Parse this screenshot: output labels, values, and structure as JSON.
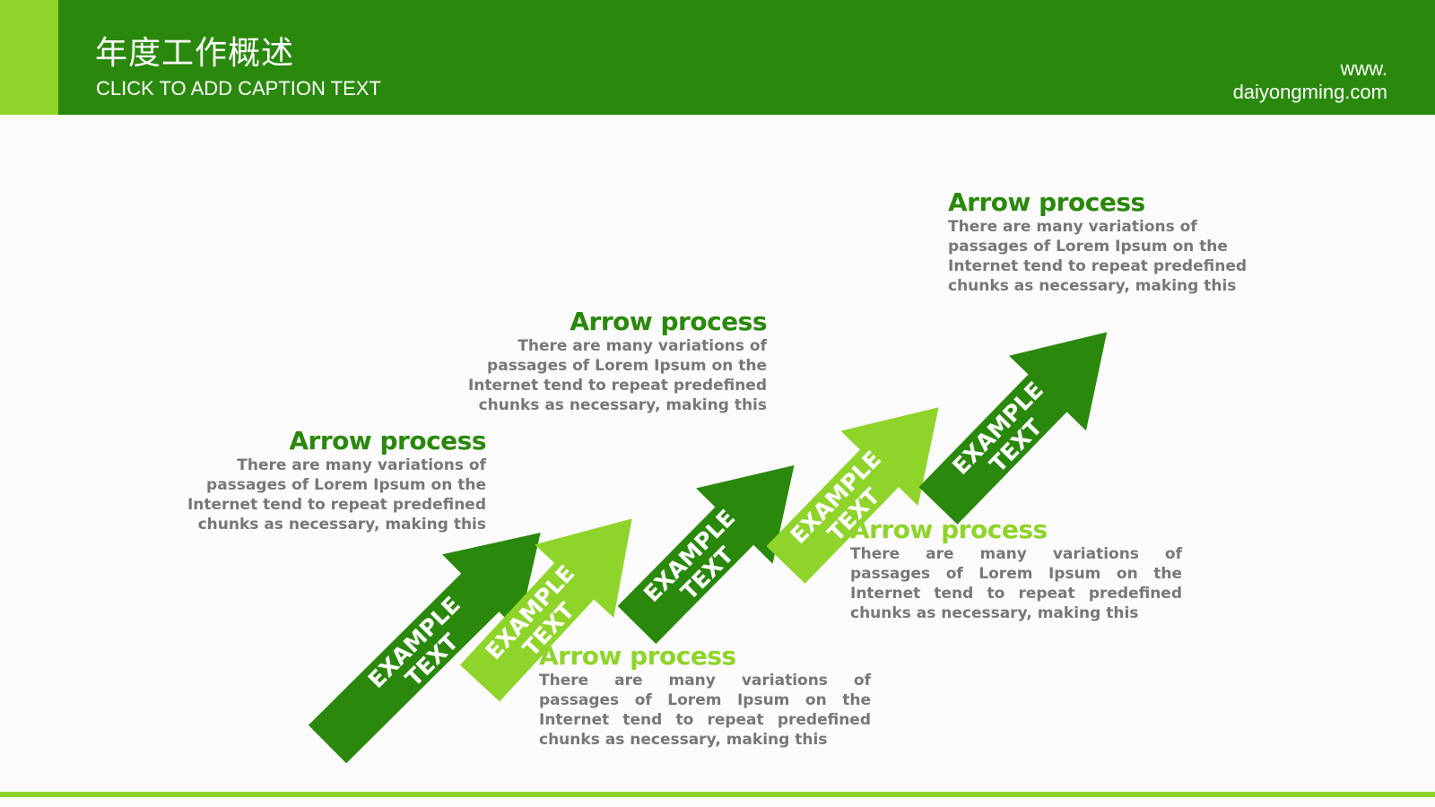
{
  "header": {
    "title": "年度工作概述",
    "caption": "CLICK TO ADD CAPTION TEXT",
    "website_line1": "www.",
    "website_line2": "daiyongming.com"
  },
  "colors": {
    "dark_green": "#2a890d",
    "light_green": "#8fd42a",
    "text_gray": "#777777"
  },
  "arrows": [
    {
      "line1": "EXAMPLE",
      "line2": "TEXT",
      "color": "dark"
    },
    {
      "line1": "EXAMPLE",
      "line2": "TEXT",
      "color": "light"
    },
    {
      "line1": "EXAMPLE",
      "line2": "TEXT",
      "color": "dark"
    },
    {
      "line1": "EXAMPLE",
      "line2": "TEXT",
      "color": "light"
    },
    {
      "line1": "EXAMPLE",
      "line2": "TEXT",
      "color": "dark"
    }
  ],
  "steps": [
    {
      "title": "Arrow process",
      "text": "There are many variations of passages of Lorem Ipsum on the Internet tend to repeat predefined chunks as necessary, making this",
      "color": "dark"
    },
    {
      "title": "Arrow process",
      "text": "There are many variations of passages of Lorem Ipsum on the Internet tend to repeat predefined chunks as necessary, making this",
      "color": "light"
    },
    {
      "title": "Arrow process",
      "text": "There are many variations of passages of Lorem Ipsum on the Internet tend to repeat predefined chunks as necessary, making this",
      "color": "dark"
    },
    {
      "title": "Arrow process",
      "text": "There are many variations of passages of Lorem Ipsum on the Internet tend to repeat predefined chunks as necessary, making this",
      "color": "light"
    },
    {
      "title": "Arrow process",
      "text": "There are many variations of passages of Lorem Ipsum on the Internet tend to repeat predefined chunks as necessary, making this",
      "color": "dark"
    }
  ]
}
